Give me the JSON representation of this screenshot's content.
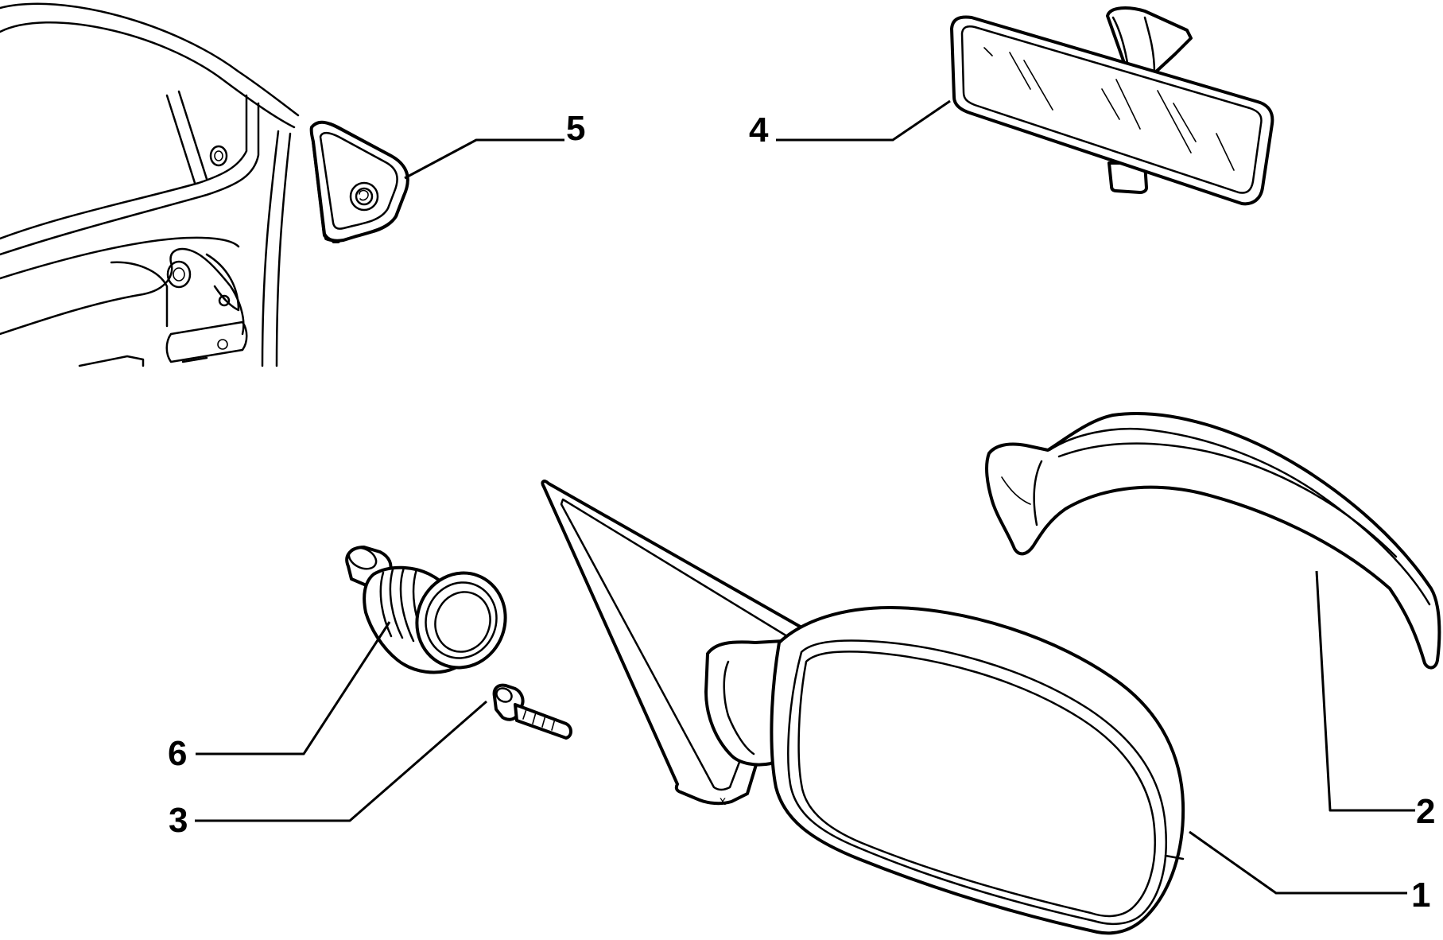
{
  "diagram": {
    "callouts": {
      "c1": "1",
      "c2": "2",
      "c3": "3",
      "c4": "4",
      "c5": "5",
      "c6": "6"
    },
    "bracket_mark": "x"
  }
}
